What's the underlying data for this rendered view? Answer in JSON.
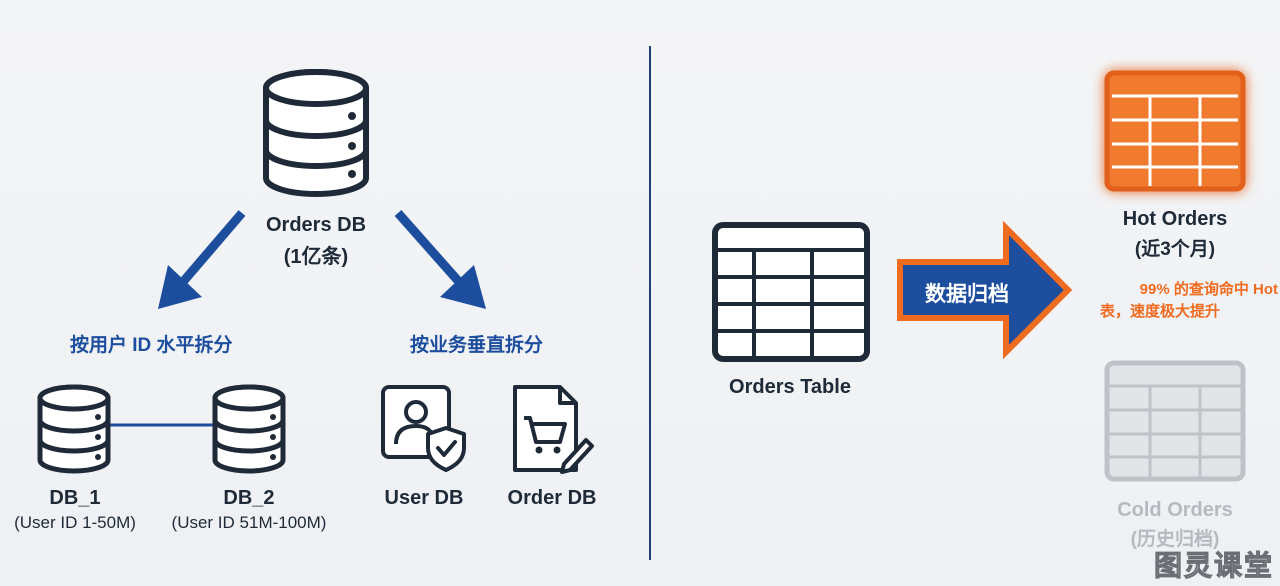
{
  "left": {
    "source_db": {
      "title": "Orders DB",
      "subtitle": "(1亿条)"
    },
    "horizontal_split": {
      "label": "按用户 ID 水平拆分"
    },
    "vertical_split": {
      "label": "按业务垂直拆分"
    },
    "db1": {
      "title": "DB_1",
      "subtitle": "(User ID 1-50M)"
    },
    "db2": {
      "title": "DB_2",
      "subtitle": "(User ID 51M-100M)"
    },
    "user_db": {
      "title": "User DB"
    },
    "order_db": {
      "title": "Order DB"
    }
  },
  "right": {
    "orders_table": {
      "title": "Orders Table"
    },
    "archive_arrow": {
      "label": "数据归档"
    },
    "hot_orders": {
      "title": "Hot Orders",
      "subtitle": "(近3个月)"
    },
    "hot_note": {
      "line1": "99% 的查询命中 Hot",
      "line2": "表，速度极大提升"
    },
    "cold_orders": {
      "title": "Cold Orders",
      "subtitle": "(历史归档)"
    }
  },
  "watermark": {
    "text": "图灵课堂"
  },
  "colors": {
    "navy": "#1d4e9e",
    "dark": "#1f2a38",
    "orange": "#ef6b1f",
    "grey": "#bfc3c9",
    "divider": "#1d3f73"
  }
}
